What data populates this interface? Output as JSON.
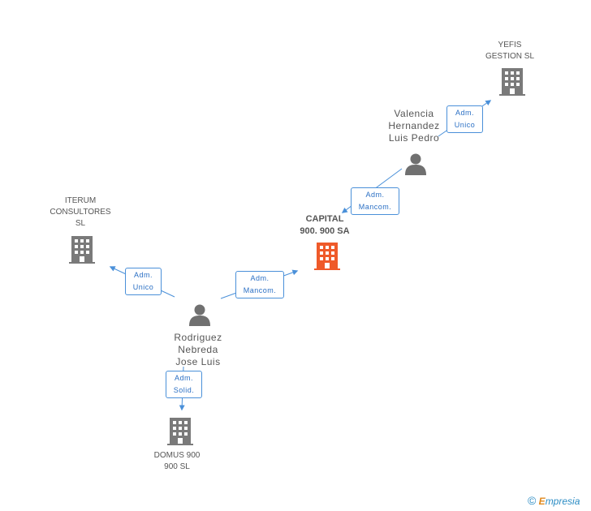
{
  "nodes": {
    "yefis": {
      "line1": "YEFIS",
      "line2": "GESTION SL"
    },
    "valencia": {
      "line1": "Valencia",
      "line2": "Hernandez",
      "line3": "Luis Pedro"
    },
    "capital": {
      "line1": "CAPITAL",
      "line2": "900. 900 SA"
    },
    "iterum": {
      "line1": "ITERUM",
      "line2": "CONSULTORES",
      "line3": "SL"
    },
    "rodriguez": {
      "line1": "Rodriguez",
      "line2": "Nebreda",
      "line3": "Jose Luis"
    },
    "domus": {
      "line1": "DOMUS 900",
      "line2": "900 SL"
    }
  },
  "edges": {
    "valencia_yefis": {
      "line1": "Adm.",
      "line2": "Unico"
    },
    "valencia_capital": {
      "line1": "Adm.",
      "line2": "Mancom."
    },
    "rodriguez_iterum": {
      "line1": "Adm.",
      "line2": "Unico"
    },
    "rodriguez_capital": {
      "line1": "Adm.",
      "line2": "Mancom."
    },
    "rodriguez_domus": {
      "line1": "Adm.",
      "line2": "Solid."
    }
  },
  "brand": {
    "copyright": "©",
    "e": "E",
    "rest": "mpresia"
  },
  "colors": {
    "building": "#7a7a7a",
    "main_building": "#ef5a2a",
    "person": "#707070",
    "edge": "#4a90d9"
  }
}
